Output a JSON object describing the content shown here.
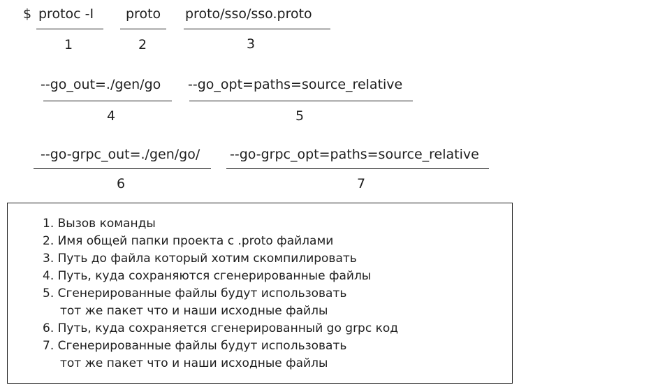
{
  "command": {
    "prompt": "$",
    "segments": [
      {
        "text": "protoc -I",
        "number": "1"
      },
      {
        "text": "proto",
        "number": "2"
      },
      {
        "text": "proto/sso/sso.proto",
        "number": "3"
      },
      {
        "text": "--go_out=./gen/go",
        "number": "4"
      },
      {
        "text": "--go_opt=paths=source_relative",
        "number": "5"
      },
      {
        "text": "--go-grpc_out=./gen/go/",
        "number": "6"
      },
      {
        "text": "--go-grpc_opt=paths=source_relative",
        "number": "7"
      }
    ]
  },
  "legend": {
    "lines": [
      "1. Вызов команды",
      "2. Имя общей папки проекта с .proto файлами",
      "3. Путь до файла который хотим скомпилировать",
      "4. Путь, куда сохраняются сгенерированные файлы",
      "5. Сгенерированные файлы будут использовать",
      "тот же пакет что и наши исходные файлы",
      "6. Путь, куда сохраняется сгенерированный go grpc код",
      "7. Сгенерированные файлы будут использовать",
      "тот же пакет что и наши исходные файлы"
    ]
  }
}
